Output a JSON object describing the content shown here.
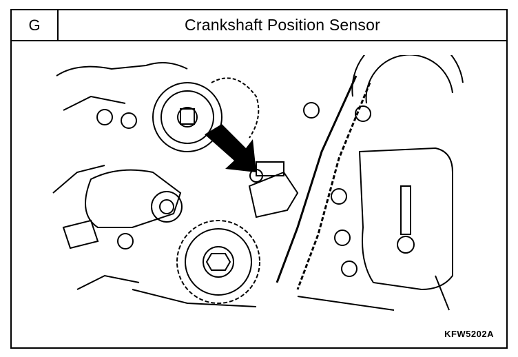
{
  "header": {
    "section_letter": "G",
    "title": "Crankshaft Position Sensor"
  },
  "figure": {
    "code": "KFW5202A"
  }
}
